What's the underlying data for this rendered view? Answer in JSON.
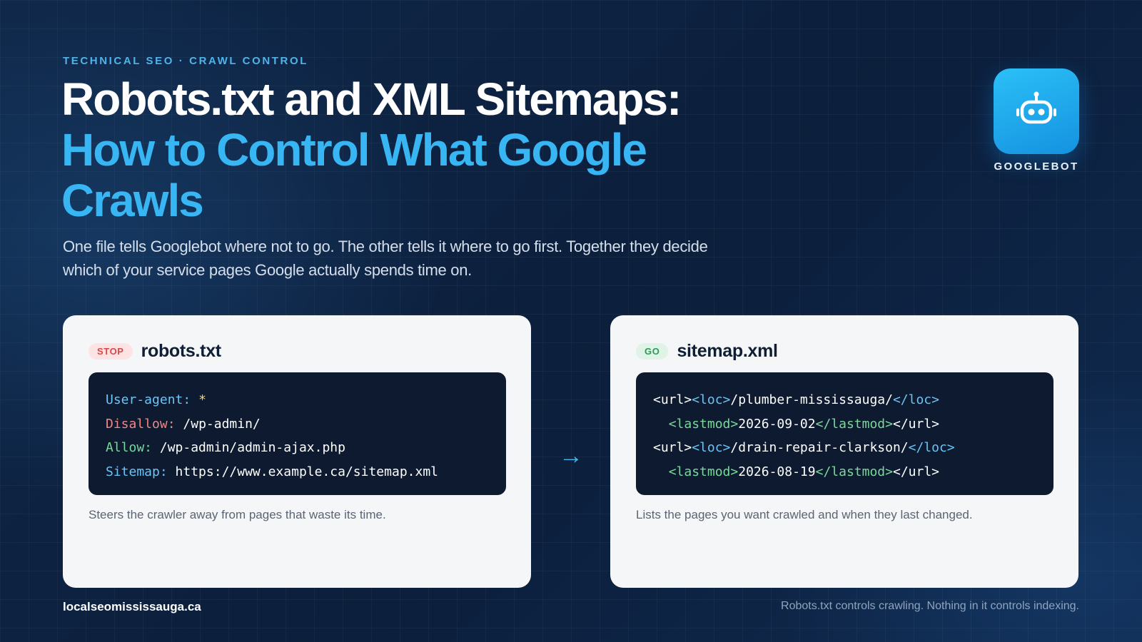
{
  "eyebrow": "TECHNICAL SEO · CRAWL CONTROL",
  "title": {
    "line1": "Robots.txt and XML Sitemaps:",
    "line2": "How to Control What Google Crawls"
  },
  "subtitle": "One file tells Googlebot where not to go. The other tells it where to go first. Together they decide which of your service pages Google actually spends time on.",
  "badge": {
    "icon": "robot-icon",
    "label": "GOOGLEBOT"
  },
  "cards": {
    "robots": {
      "pill": "STOP",
      "title": "robots.txt",
      "code": {
        "l1_key": "User-agent:",
        "l1_val": "*",
        "l2_key": "Disallow:",
        "l2_val": "/wp-admin/",
        "l3_key": "Allow:",
        "l3_val": "/wp-admin/admin-ajax.php",
        "l4_key": "Sitemap:",
        "l4_val": "https://www.example.ca/sitemap.xml"
      },
      "description": "Steers the crawler away from pages that waste its time."
    },
    "sitemap": {
      "pill": "GO",
      "title": "sitemap.xml",
      "code": {
        "u1_open": "<url>",
        "u1_loc_open": "<loc>",
        "u1_loc_val": "/plumber-mississauga/",
        "u1_loc_close": "</loc>",
        "u1_lm_open": "<lastmod>",
        "u1_lm_val": "2026-09-02",
        "u1_lm_close": "</lastmod>",
        "u1_close": "</url>",
        "u2_open": "<url>",
        "u2_loc_open": "<loc>",
        "u2_loc_val": "/drain-repair-clarkson/",
        "u2_loc_close": "</loc>",
        "u2_lm_open": "<lastmod>",
        "u2_lm_val": "2026-08-19",
        "u2_lm_close": "</lastmod>",
        "u2_close": "</url>"
      },
      "description": "Lists the pages you want crawled and when they last changed."
    }
  },
  "arrow": "→",
  "footer": {
    "site": "localseomississauga.ca",
    "note": "Robots.txt controls crawling. Nothing in it controls indexing."
  },
  "colors": {
    "background": "#0d2340",
    "accent": "#38b6f3",
    "stop": "#d94848",
    "go": "#2f9a57",
    "code_bg": "#0d1a30"
  }
}
